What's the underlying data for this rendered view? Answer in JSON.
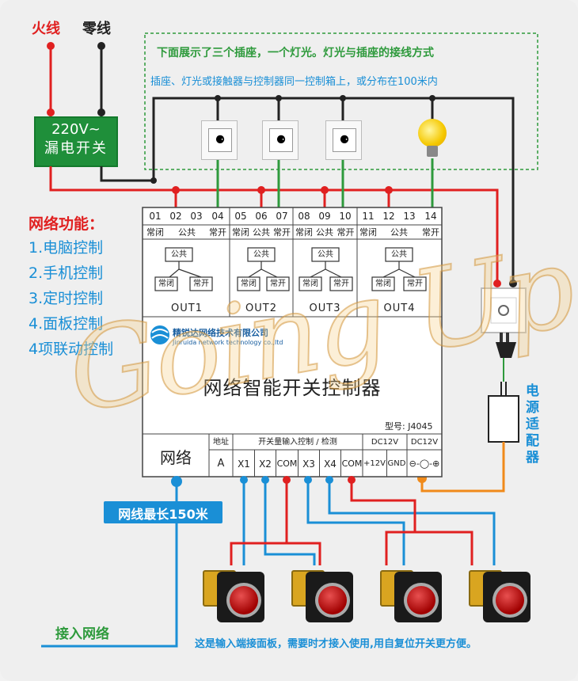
{
  "top_labels": {
    "live": "火线",
    "neutral": "零线"
  },
  "breaker": {
    "line1": "220V~",
    "line2": "漏电开关"
  },
  "note": {
    "line1": "下面展示了三个插座，一个灯光。灯光与插座的接线方式",
    "line2": "插座、灯光或接触器与控制器同一控制箱上，或分布在100米内"
  },
  "features": {
    "title": "网络功能：",
    "items": [
      "1.电脑控制",
      "2.手机控制",
      "3.定时控制",
      "4.面板控制",
      "4项联动控制"
    ]
  },
  "terminals": [
    "01",
    "02",
    "03",
    "04",
    "05",
    "06",
    "07",
    "08",
    "09",
    "10",
    "11",
    "12",
    "13",
    "14"
  ],
  "terminal_labels": {
    "nc": "常闭",
    "com": "公共",
    "no": "常开"
  },
  "relay": {
    "com": "公共",
    "nc": "常闭",
    "no": "常开"
  },
  "outputs": [
    "OUT1",
    "OUT2",
    "OUT3",
    "OUT4"
  ],
  "company": {
    "cn": "精锐达网络技术有限公司",
    "en": "Jinruida network technology co.,ltd"
  },
  "device_title": "网络智能开关控制器",
  "model": "型号: J4045",
  "bottom_panel": {
    "network": "网络",
    "addr_title": "地址",
    "addr": "A",
    "input_title": "开关量输入控制 / 检测",
    "inputs": [
      "X1",
      "X2",
      "COM",
      "X3",
      "X4",
      "COM"
    ],
    "dc1_title": "DC12V",
    "dc1": [
      "+12V",
      "GND"
    ],
    "dc2_title": "DC12V",
    "dc2": "⊖-◯-⊕"
  },
  "cable_label": "网线最长150米",
  "network_in": "接入网络",
  "power_adapter": "电源适配器",
  "bottom_note": "这是输入端接面板，需要时才接入使用,用自复位开关更方便。",
  "watermark": "Going Up"
}
